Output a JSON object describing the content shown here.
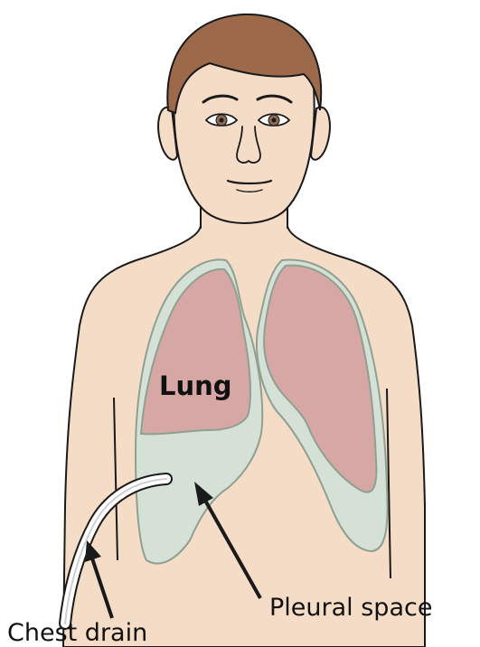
{
  "labels": {
    "lung": "Lung",
    "pleural_space": "Pleural space",
    "chest_drain": "Chest drain"
  },
  "colors": {
    "skin": "#f5dcc6",
    "hair": "#9c6a4a",
    "lung": "#d6a7a5",
    "pleural_fluid": "#d5e1d7",
    "outline": "#1a1a1a",
    "iris": "#8a6a55"
  }
}
